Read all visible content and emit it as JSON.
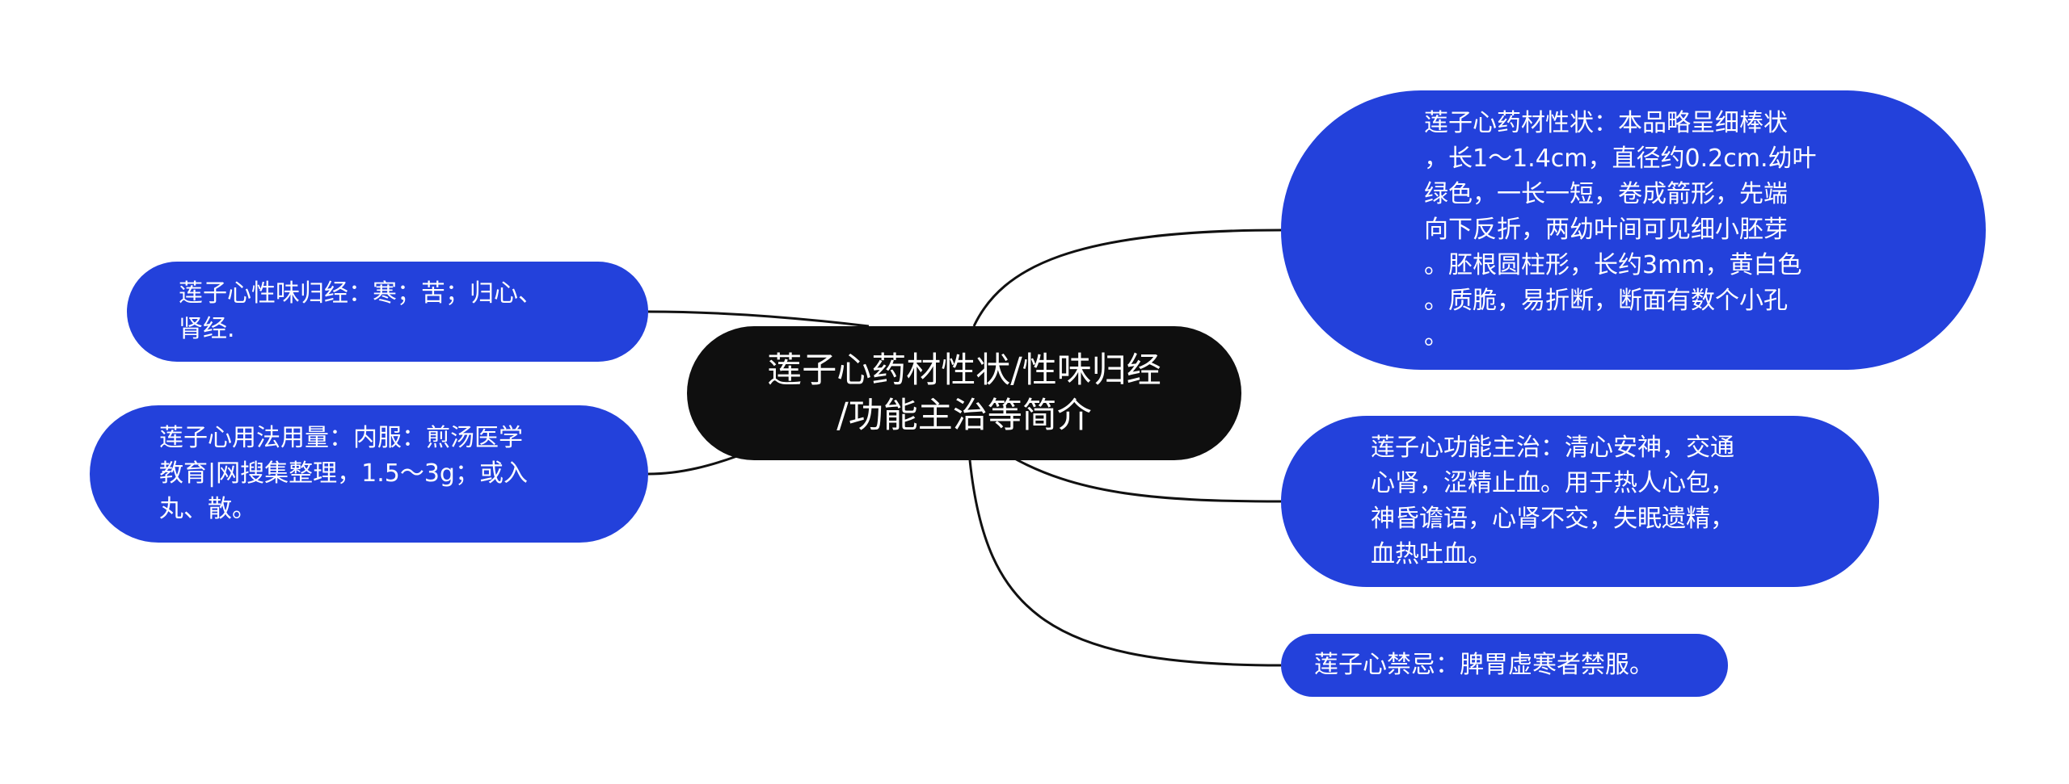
{
  "mindmap": {
    "center": {
      "label": "莲子心药材性状/性味归经\n/功能主治等简介"
    },
    "topics": {
      "properties": {
        "label": "莲子心药材性状：本品略呈细棒状\n，长1～1.4cm，直径约0.2cm.幼叶\n绿色，一长一短，卷成箭形，先端\n向下反折，两幼叶间可见细小胚芽\n。胚根圆柱形，长约3mm，黄白色\n。质脆，易折断，断面有数个小孔\n。"
      },
      "function": {
        "label": "莲子心功能主治：清心安神，交通\n心肾，涩精止血。用于热人心包，\n神昏谵语，心肾不交，失眠遗精，\n血热吐血。"
      },
      "contraindication": {
        "label": "莲子心禁忌：脾胃虚寒者禁服。"
      },
      "taste": {
        "label": "莲子心性味归经：寒；苦；归心、\n肾经."
      },
      "usage": {
        "label": "莲子心用法用量：内服：煎汤医学\n教育|网搜集整理，1.5～3g；或入\n丸、散。"
      }
    },
    "colors": {
      "center_fill": "#0f0f0f",
      "topic_fill": "#2341db",
      "text": "#ffffff",
      "connector": "#111111"
    }
  }
}
